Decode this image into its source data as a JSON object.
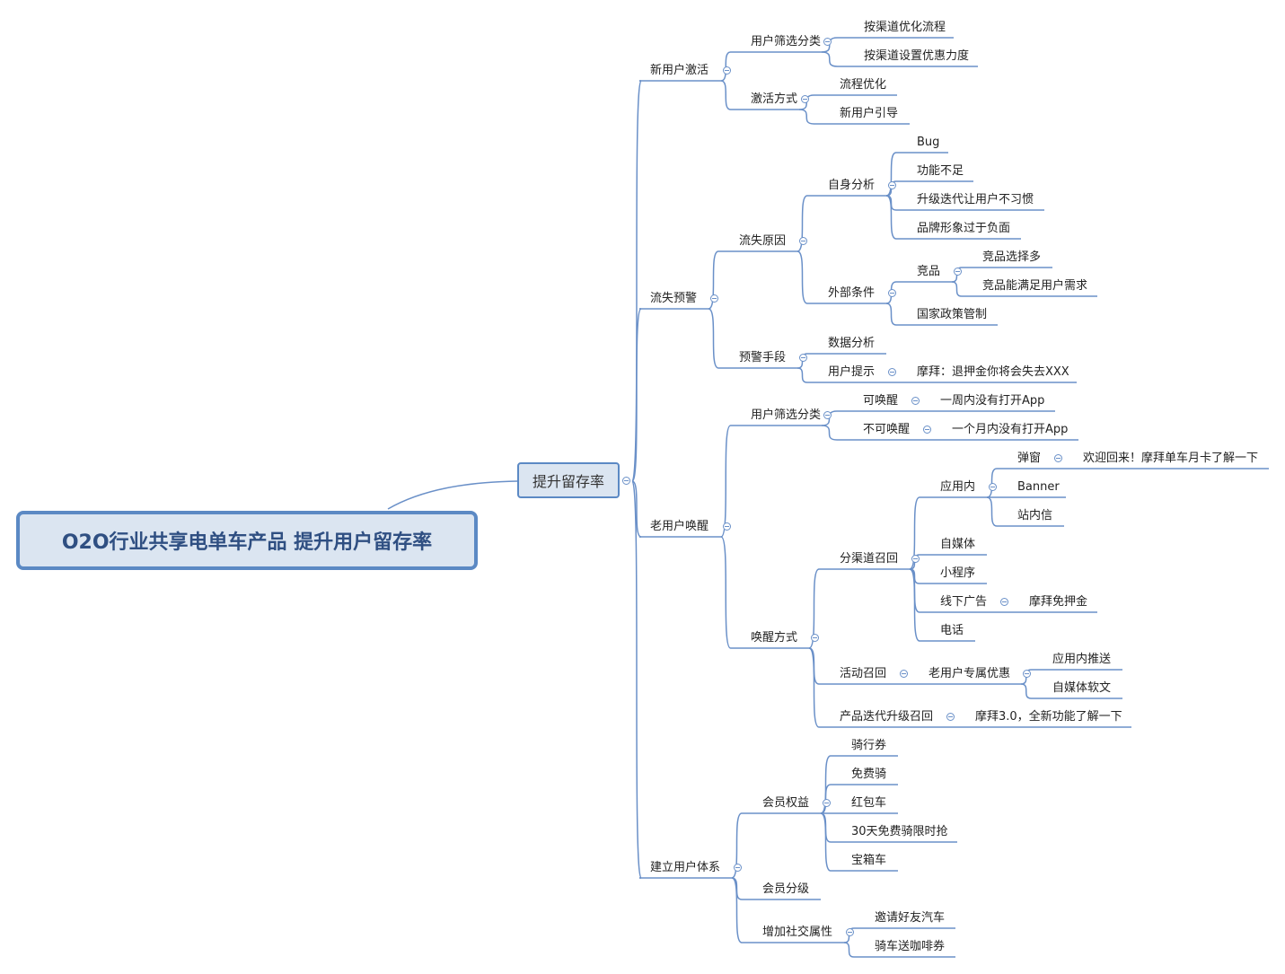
{
  "root": {
    "title": "O2O行业共享电单车产品 提升用户留存率"
  },
  "center": {
    "title": "提升留存率"
  },
  "branches": [
    {
      "label": "新用户激活",
      "children": [
        {
          "label": "用户筛选分类",
          "children": [
            {
              "label": "按渠道优化流程"
            },
            {
              "label": "按渠道设置优惠力度"
            }
          ]
        },
        {
          "label": "激活方式",
          "children": [
            {
              "label": "流程优化"
            },
            {
              "label": "新用户引导"
            }
          ]
        }
      ]
    },
    {
      "label": "流失预警",
      "children": [
        {
          "label": "流失原因",
          "children": [
            {
              "label": "自身分析",
              "children": [
                {
                  "label": "Bug"
                },
                {
                  "label": "功能不足"
                },
                {
                  "label": "升级迭代让用户不习惯"
                },
                {
                  "label": "品牌形象过于负面"
                }
              ]
            },
            {
              "label": "外部条件",
              "children": [
                {
                  "label": "竞品",
                  "children": [
                    {
                      "label": "竞品选择多"
                    },
                    {
                      "label": "竞品能满足用户需求"
                    }
                  ]
                },
                {
                  "label": "国家政策管制"
                }
              ]
            }
          ]
        },
        {
          "label": "预警手段",
          "children": [
            {
              "label": "数据分析"
            },
            {
              "label": "用户提示",
              "children": [
                {
                  "label": "摩拜：退押金你将会失去XXX"
                }
              ]
            }
          ]
        }
      ]
    },
    {
      "label": "老用户唤醒",
      "children": [
        {
          "label": "用户筛选分类",
          "children": [
            {
              "label": "可唤醒",
              "children": [
                {
                  "label": "一周内没有打开App"
                }
              ]
            },
            {
              "label": "不可唤醒",
              "children": [
                {
                  "label": "一个月内没有打开App"
                }
              ]
            }
          ]
        },
        {
          "label": "唤醒方式",
          "children": [
            {
              "label": "分渠道召回",
              "children": [
                {
                  "label": "应用内",
                  "children": [
                    {
                      "label": "弹窗",
                      "children": [
                        {
                          "label": "欢迎回来！摩拜单车月卡了解一下"
                        }
                      ]
                    },
                    {
                      "label": "Banner"
                    },
                    {
                      "label": "站内信"
                    }
                  ]
                },
                {
                  "label": "自媒体"
                },
                {
                  "label": "小程序"
                },
                {
                  "label": "线下广告",
                  "children": [
                    {
                      "label": "摩拜免押金"
                    }
                  ]
                },
                {
                  "label": "电话"
                }
              ]
            },
            {
              "label": "活动召回",
              "children": [
                {
                  "label": "老用户专属优惠",
                  "children": [
                    {
                      "label": "应用内推送"
                    },
                    {
                      "label": "自媒体软文"
                    }
                  ]
                }
              ]
            },
            {
              "label": "产品迭代升级召回",
              "children": [
                {
                  "label": "摩拜3.0，全新功能了解一下"
                }
              ]
            }
          ]
        }
      ]
    },
    {
      "label": "建立用户体系",
      "children": [
        {
          "label": "会员权益",
          "children": [
            {
              "label": "骑行券"
            },
            {
              "label": "免费骑"
            },
            {
              "label": "红包车"
            },
            {
              "label": "30天免费骑限时抢"
            },
            {
              "label": "宝箱车"
            }
          ]
        },
        {
          "label": "会员分级"
        },
        {
          "label": "增加社交属性",
          "children": [
            {
              "label": "邀请好友汽车"
            },
            {
              "label": "骑车送咖啡券"
            }
          ]
        }
      ]
    }
  ],
  "colors": {
    "line": "#6a90c8",
    "node_border": "#5b89c4",
    "node_fill": "#dbe5f1",
    "title_text": "#2f4f82"
  }
}
